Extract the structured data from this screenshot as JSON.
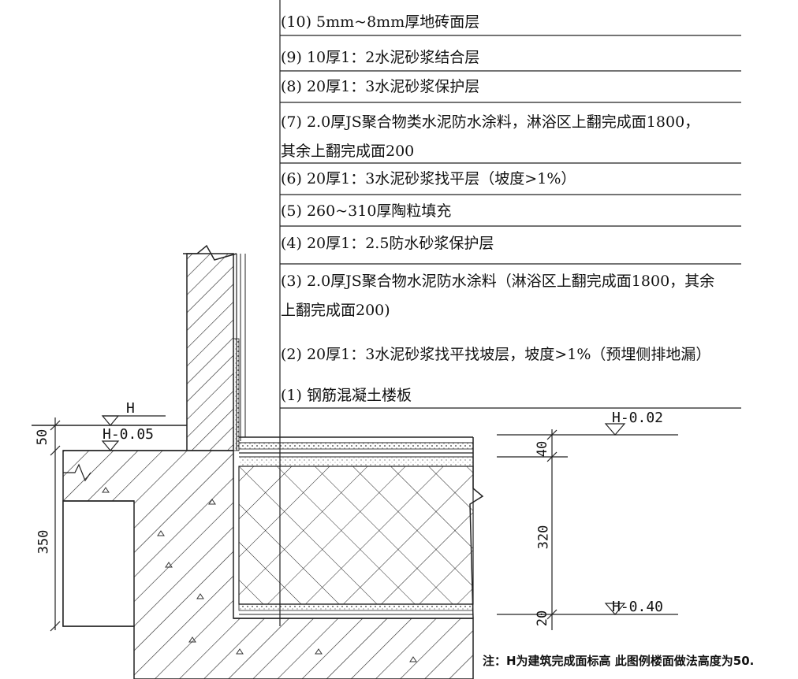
{
  "layers": [
    {
      "id": "layer-10",
      "text": "(10) 5mm~8mm厚地砖面层"
    },
    {
      "id": "layer-9",
      "text": "(9) 10厚1：2水泥砂浆结合层"
    },
    {
      "id": "layer-8",
      "text": "(8) 20厚1：3水泥砂浆保护层"
    },
    {
      "id": "layer-7a",
      "text": "(7) 2.0厚JS聚合物类水泥防水涂料，淋浴区上翻完成面1800，"
    },
    {
      "id": "layer-7b",
      "text": "其余上翻完成面200"
    },
    {
      "id": "layer-6",
      "text": "(6) 20厚1：3水泥砂浆找平层（坡度>1%）"
    },
    {
      "id": "layer-5",
      "text": "(5) 260~310厚陶粒填充"
    },
    {
      "id": "layer-4",
      "text": "(4) 20厚1：2.5防水砂浆保护层"
    },
    {
      "id": "layer-3a",
      "text": "(3) 2.0厚JS聚合物水泥防水涂料（淋浴区上翻完成面1800，其余"
    },
    {
      "id": "layer-3b",
      "text": "上翻完成面200)"
    },
    {
      "id": "layer-2",
      "text": "(2) 20厚1：3水泥砂浆找平找坡层，坡度>1%（预埋侧排地漏）"
    },
    {
      "id": "layer-1",
      "text": "(1) 钢筋混凝土楼板"
    }
  ],
  "elevations": {
    "left_top": "H",
    "left_bottom": "H-0.05",
    "right_top": "H-0.02",
    "right_bottom": "H-0.40"
  },
  "dimensions": {
    "left_upper": "50",
    "left_lower": "350",
    "right_a": "40",
    "right_b": "320",
    "right_c": "20"
  },
  "note": "注：H为建筑完成面标高 此图例楼面做法高度为50."
}
